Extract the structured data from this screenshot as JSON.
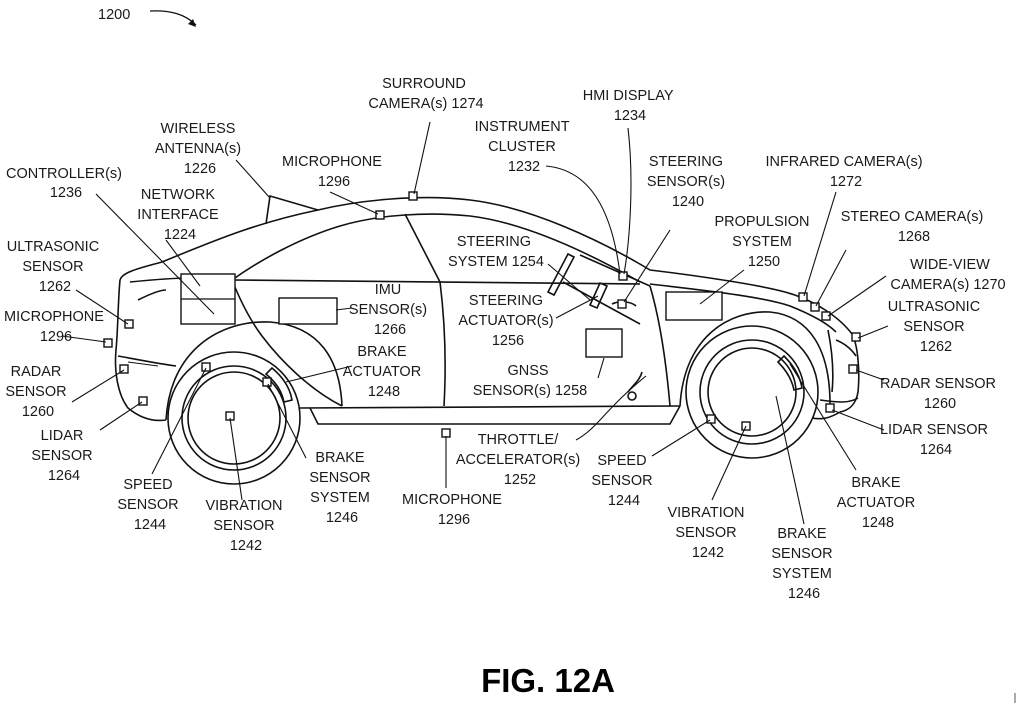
{
  "figure_ref": "1200",
  "figure_caption": "FIG. 12A",
  "labels": {
    "controllers": [
      "CONTROLLER(s)",
      "1236"
    ],
    "network_interface": [
      "NETWORK",
      "INTERFACE",
      "1224"
    ],
    "wireless_antenna": [
      "WIRELESS",
      "ANTENNA(s)",
      "1226"
    ],
    "microphone_roof": [
      "MICROPHONE",
      "1296"
    ],
    "surround_camera": [
      "SURROUND",
      "CAMERA(s) 1274"
    ],
    "instrument_cluster": [
      "INSTRUMENT",
      "CLUSTER",
      "1232"
    ],
    "hmi_display": [
      "HMI DISPLAY",
      "1234"
    ],
    "steering_sensor": [
      "STEERING",
      "SENSOR(s)",
      "1240"
    ],
    "infrared_camera": [
      "INFRARED CAMERA(s)",
      "1272"
    ],
    "stereo_camera": [
      "STEREO CAMERA(s)",
      "1268"
    ],
    "wide_view_camera": [
      "WIDE-VIEW",
      "CAMERA(s) 1270"
    ],
    "ultrasonic_front": [
      "ULTRASONIC",
      "SENSOR",
      "1262"
    ],
    "radar_front": [
      "RADAR SENSOR",
      "1260"
    ],
    "lidar_front": [
      "LIDAR SENSOR",
      "1264"
    ],
    "brake_actuator_front": [
      "BRAKE",
      "ACTUATOR",
      "1248"
    ],
    "brake_sensor_front": [
      "BRAKE",
      "SENSOR",
      "SYSTEM",
      "1246"
    ],
    "vibration_front": [
      "VIBRATION",
      "SENSOR",
      "1242"
    ],
    "speed_front": [
      "SPEED",
      "SENSOR",
      "1244"
    ],
    "propulsion_system": [
      "PROPULSION",
      "SYSTEM",
      "1250"
    ],
    "steering_system": [
      "STEERING",
      "SYSTEM 1254"
    ],
    "steering_actuator": [
      "STEERING",
      "ACTUATOR(s)",
      "1256"
    ],
    "gnss": [
      "GNSS",
      "SENSOR(s) 1258"
    ],
    "throttle": [
      "THROTTLE/",
      "ACCELERATOR(s)",
      "1252"
    ],
    "microphone_bottom": [
      "MICROPHONE",
      "1296"
    ],
    "imu": [
      "IMU",
      "SENSOR(s)",
      "1266"
    ],
    "brake_actuator_rear": [
      "BRAKE",
      "ACTUATOR",
      "1248"
    ],
    "brake_sensor_rear": [
      "BRAKE",
      "SENSOR",
      "SYSTEM",
      "1246"
    ],
    "vibration_rear": [
      "VIBRATION",
      "SENSOR",
      "1242"
    ],
    "speed_rear": [
      "SPEED",
      "SENSOR",
      "1244"
    ],
    "ultrasonic_rear": [
      "ULTRASONIC",
      "SENSOR",
      "1262"
    ],
    "microphone_rear": [
      "MICROPHONE",
      "1296"
    ],
    "radar_rear": [
      "RADAR",
      "SENSOR",
      "1260"
    ],
    "lidar_rear": [
      "LIDAR",
      "SENSOR",
      "1264"
    ]
  }
}
